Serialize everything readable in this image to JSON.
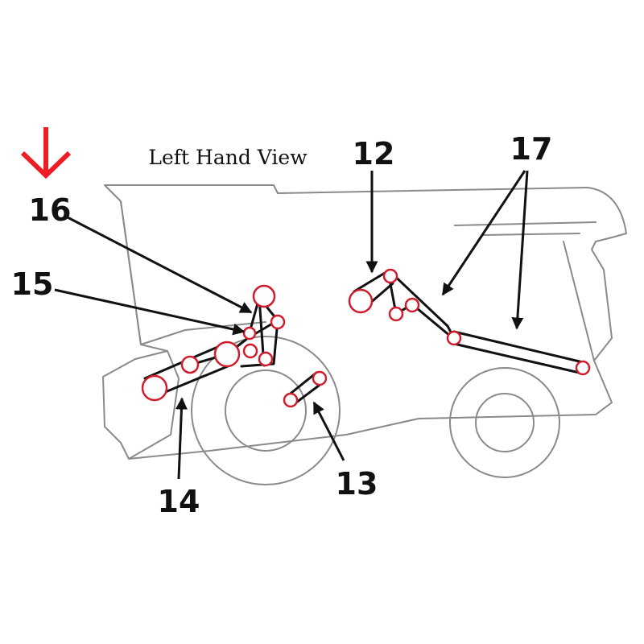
{
  "diagram": {
    "title": "Left Hand View",
    "colors": {
      "outline": "#8a8a8a",
      "pulley": "#d01c2c",
      "belt": "#111111",
      "marker_arrow": "#ee1c25"
    },
    "marker_icon": "red-down-arrow-icon",
    "callouts": [
      {
        "id": "12",
        "label": "12"
      },
      {
        "id": "13",
        "label": "13"
      },
      {
        "id": "14",
        "label": "14"
      },
      {
        "id": "15",
        "label": "15"
      },
      {
        "id": "16",
        "label": "16"
      },
      {
        "id": "17",
        "label": "17"
      }
    ]
  }
}
